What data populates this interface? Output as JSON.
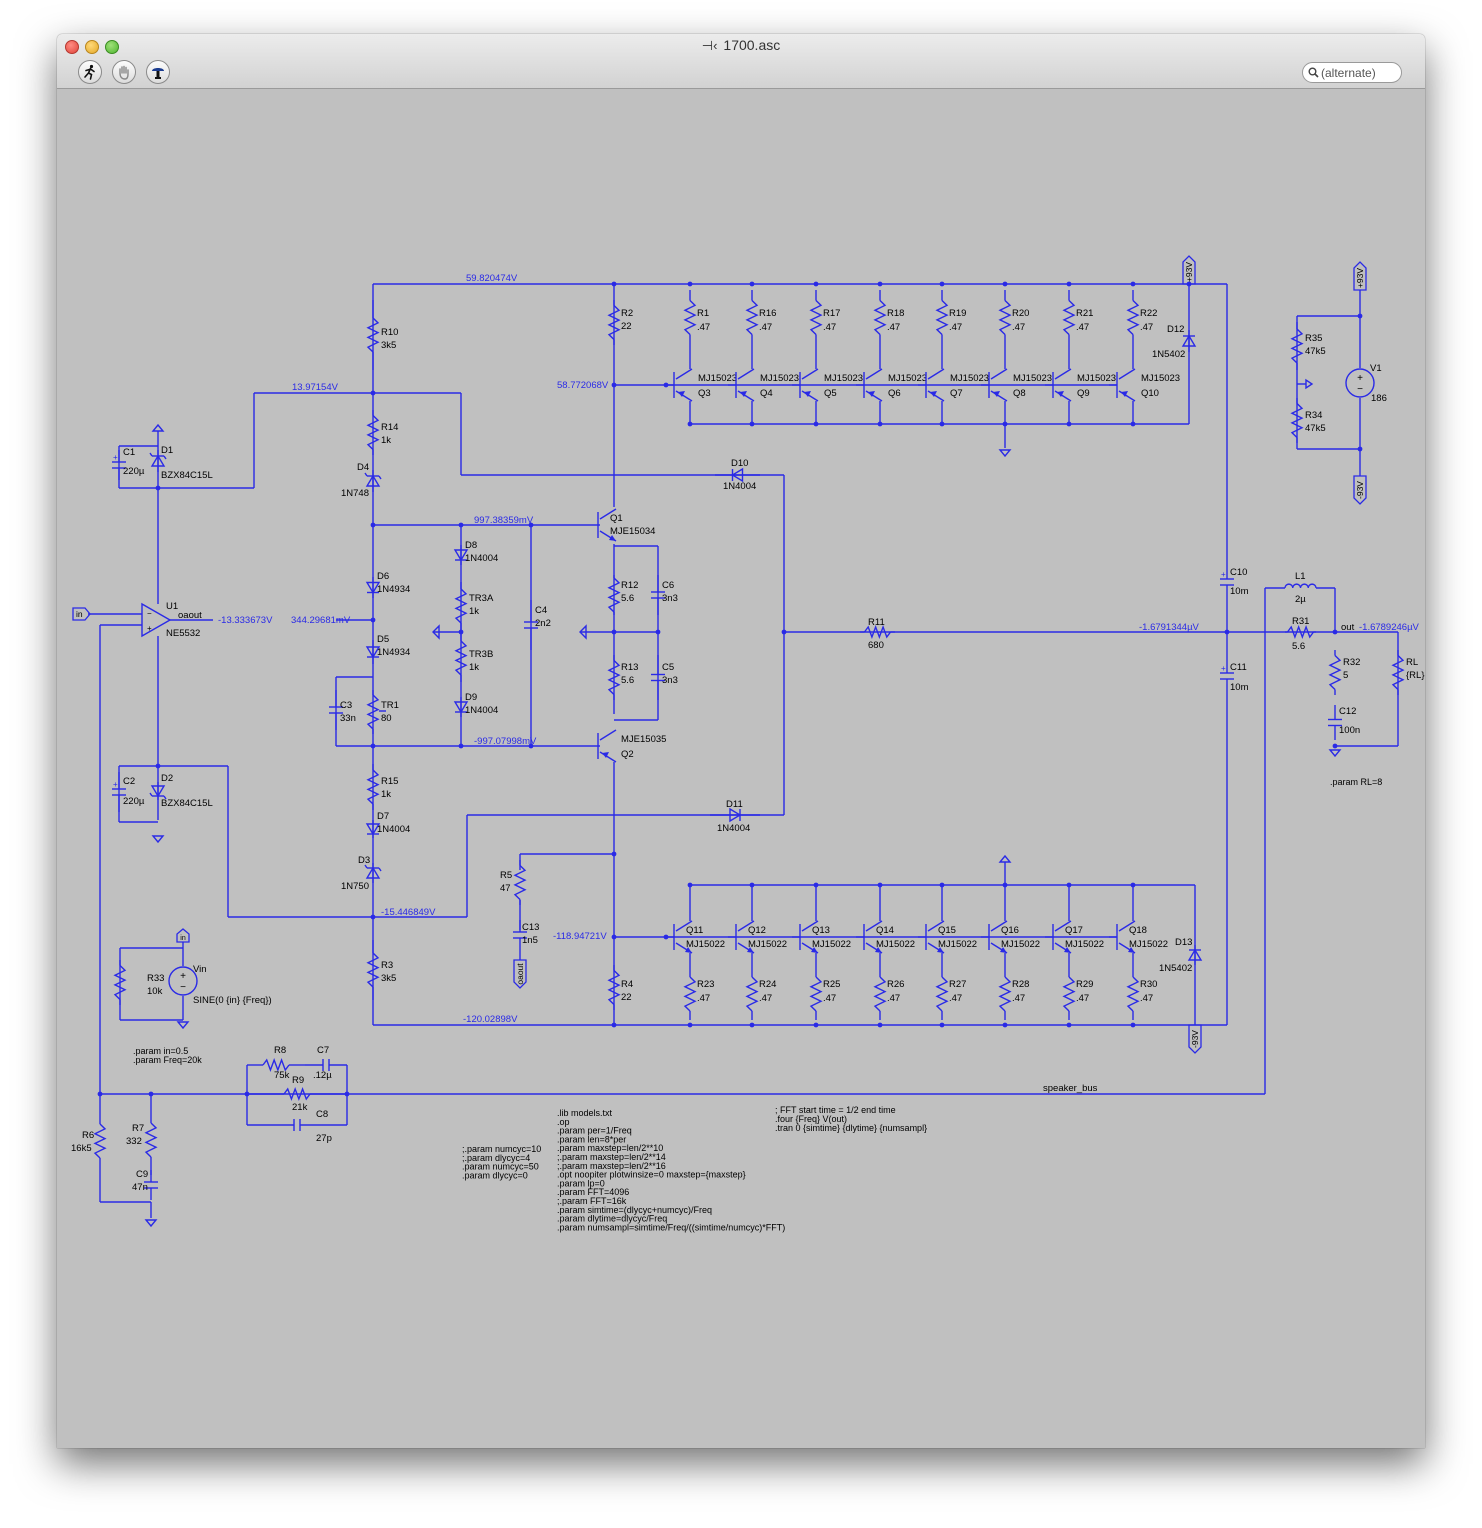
{
  "window": {
    "title": "1700.asc",
    "search_placeholder": "(alternate)",
    "toolbar": [
      {
        "name": "run-button",
        "icon": "run-icon"
      },
      {
        "name": "halt-button",
        "icon": "hand-icon"
      },
      {
        "name": "probe-button",
        "icon": "probe-icon"
      }
    ]
  },
  "colors": {
    "wire": "#2a2ae6",
    "text": "#000000",
    "netlabel": "#2a2ae6",
    "canvas": "#c0c0c0"
  },
  "schematic": {
    "node_voltages": {
      "v_top": "59.820474V",
      "v_driver": "58.772068V",
      "v_mid": "13.97154V",
      "v_q1": "997.38359mV",
      "v_bias": "344.29681mV",
      "v_q2": "-997.07998mV",
      "v_opamp": "-13.333673V",
      "v_low": "-15.446849V",
      "v_drv_low": "-118.94721V",
      "v_bot": "-120.02898V",
      "v_center": "-1.6791344µV",
      "v_out": "-1.6789246µV"
    },
    "net_labels": {
      "in": "in",
      "out": "out",
      "oaout1": "oaout",
      "oaout2": "oaout",
      "speaker_bus": "speaker_bus",
      "p93a": "+93V",
      "p93b": "+93V",
      "m93a": "-93V",
      "m93b": "-93V"
    },
    "components": {
      "R10": [
        "R10",
        "3k5"
      ],
      "R14": [
        "R14",
        "1k"
      ],
      "D4": [
        "D4",
        "1N748"
      ],
      "D6": [
        "D6",
        "1N4934"
      ],
      "D5": [
        "D5",
        "1N4934"
      ],
      "TR1": [
        "TR1",
        "80"
      ],
      "C3": [
        "C3",
        "33n"
      ],
      "R15": [
        "R15",
        "1k"
      ],
      "D7": [
        "D7",
        "1N4004"
      ],
      "D3": [
        "D3",
        "1N750"
      ],
      "R3": [
        "R3",
        "3k5"
      ],
      "D8": [
        "D8",
        "1N4004"
      ],
      "TR3A": [
        "TR3A",
        "1k"
      ],
      "TR3B": [
        "TR3B",
        "1k"
      ],
      "D9": [
        "D9",
        "1N4004"
      ],
      "C4": [
        "C4",
        "2n2"
      ],
      "Q1": [
        "Q1",
        "MJE15034"
      ],
      "Q2": [
        "Q2",
        "MJE15035"
      ],
      "R12": [
        "R12",
        "5.6"
      ],
      "R13": [
        "R13",
        "5.6"
      ],
      "C6": [
        "C6",
        "3n3"
      ],
      "C5": [
        "C5",
        "3n3"
      ],
      "R2": [
        "R2",
        "22"
      ],
      "R4": [
        "R4",
        "22"
      ],
      "D10": [
        "D10",
        "1N4004"
      ],
      "D11": [
        "D11",
        "1N4004"
      ],
      "R11": [
        "R11",
        "680"
      ],
      "C1": [
        "C1",
        "220µ"
      ],
      "D1": [
        "D1",
        "BZX84C15L"
      ],
      "C2": [
        "C2",
        "220µ"
      ],
      "D2": [
        "D2",
        "BZX84C15L"
      ],
      "U1": [
        "U1",
        "NE5532"
      ],
      "R5": [
        "R5",
        "47"
      ],
      "C13": [
        "C13",
        "1n5"
      ],
      "R33": [
        "R33",
        "10k"
      ],
      "Vin": [
        "Vin",
        "SINE(0 {in} {Freq})"
      ],
      "R8": [
        "R8",
        "75k"
      ],
      "C7": [
        "C7",
        ".12µ"
      ],
      "R9": [
        "R9",
        "21k"
      ],
      "C8": [
        "C8",
        "27p"
      ],
      "R6": [
        "R6",
        "16k5"
      ],
      "R7": [
        "R7",
        "332"
      ],
      "C9": [
        "C9",
        "47n"
      ],
      "C10": [
        "C10",
        "10m"
      ],
      "C11": [
        "C11",
        "10m"
      ],
      "L1": [
        "L1",
        "2µ"
      ],
      "R31": [
        "R31",
        "5.6"
      ],
      "R32": [
        "R32",
        "5"
      ],
      "C12": [
        "C12",
        "100n"
      ],
      "RL": [
        "RL",
        "{RL}"
      ],
      "R35": [
        "R35",
        "47k5"
      ],
      "R34": [
        "R34",
        "47k5"
      ],
      "V1": [
        "V1",
        "186"
      ],
      "D12": [
        "D12",
        "1N5402"
      ],
      "D13": [
        "D13",
        "1N5402"
      ]
    },
    "top_resistors": [
      [
        "R1",
        ".47"
      ],
      [
        "R16",
        ".47"
      ],
      [
        "R17",
        ".47"
      ],
      [
        "R18",
        ".47"
      ],
      [
        "R19",
        ".47"
      ],
      [
        "R20",
        ".47"
      ],
      [
        "R21",
        ".47"
      ],
      [
        "R22",
        ".47"
      ]
    ],
    "top_transistors": [
      [
        "Q3",
        "MJ15023"
      ],
      [
        "Q4",
        "MJ15023"
      ],
      [
        "Q5",
        "MJ15023"
      ],
      [
        "Q6",
        "MJ15023"
      ],
      [
        "Q7",
        "MJ15023"
      ],
      [
        "Q8",
        "MJ15023"
      ],
      [
        "Q9",
        "MJ15023"
      ],
      [
        "Q10",
        "MJ15023"
      ]
    ],
    "bottom_transistors": [
      [
        "Q11",
        "MJ15022"
      ],
      [
        "Q12",
        "MJ15022"
      ],
      [
        "Q13",
        "MJ15022"
      ],
      [
        "Q14",
        "MJ15022"
      ],
      [
        "Q15",
        "MJ15022"
      ],
      [
        "Q16",
        "MJ15022"
      ],
      [
        "Q17",
        "MJ15022"
      ],
      [
        "Q18",
        "MJ15022"
      ]
    ],
    "bottom_resistors": [
      [
        "R23",
        ".47"
      ],
      [
        "R24",
        ".47"
      ],
      [
        "R25",
        ".47"
      ],
      [
        "R26",
        ".47"
      ],
      [
        "R27",
        ".47"
      ],
      [
        "R28",
        ".47"
      ],
      [
        "R29",
        ".47"
      ],
      [
        "R30",
        ".47"
      ]
    ],
    "directives": {
      "param_rl": ".param RL=8",
      "param_in": [
        ".param in=0.5",
        ".param Freq=20k"
      ],
      "numcyc": [
        ";.param numcyc=10",
        ";.param dlycyc=4",
        ".param numcyc=50",
        ".param dlycyc=0"
      ],
      "main": [
        ".lib models.txt",
        ".op",
        ".param per=1/Freq",
        ".param len=8*per",
        ".param maxstep=len/2**10",
        ";.param maxstep=len/2**14",
        ";.param maxstep=len/2**16",
        ".opt noopiter plotwinsize=0 maxstep={maxstep}",
        ".param lp=0",
        ".param FFT=4096",
        ";.param FFT=16k",
        ".param simtime=(dlycyc+numcyc)/Freq",
        ".param dlytime=dlycyc/Freq",
        ".param numsampl=simtime/Freq/((simtime/numcyc)*FFT)"
      ],
      "fft": [
        "; FFT start time = 1/2 end time",
        ".four {Freq} V(out)",
        ".tran 0 {simtime} {dlytime} {numsampl}"
      ]
    }
  }
}
